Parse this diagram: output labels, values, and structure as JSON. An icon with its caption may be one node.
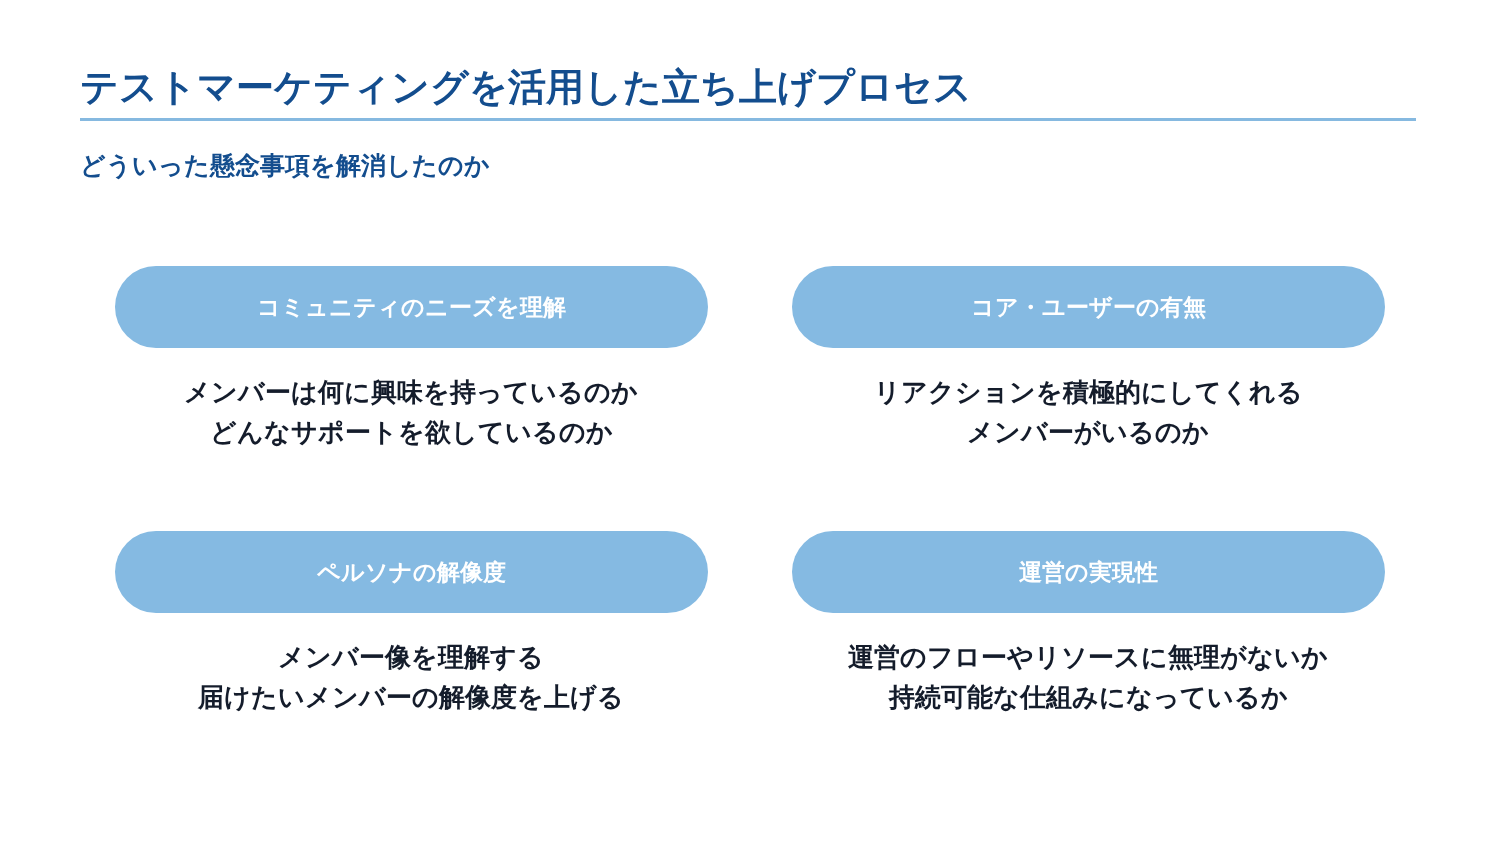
{
  "diagram": {
    "title": "テストマーケティングを活用した立ち上げプロセス",
    "nodes": [
      {
        "text": [
          "コミュニティのニーズを理解"
        ],
        "beside": [
          "メンバーは何に興味を持っているのか",
          "どんなサポートを欲しているのか"
        ]
      },
      {
        "text": [
          "コア・ユーザーの有無"
        ],
        "beside": [
          "リアクションを積極的にしてくれる",
          "メンバーがいるのか"
        ]
      },
      {
        "text": [
          "ペルソナの解像度"
        ],
        "beside": [
          "メンバー像を理解する",
          "届けたいメンバーの解像度を上げる"
        ]
      },
      {
        "text": [
          "運営の実現性"
        ],
        "beside": [
          "運営のフローやリソースに無理がないか",
          "持続可能な仕組みになっているか"
        ]
      }
    ],
    "edges": [],
    "labels": [
      "どういった懸念事項を解消したのか"
    ]
  }
}
